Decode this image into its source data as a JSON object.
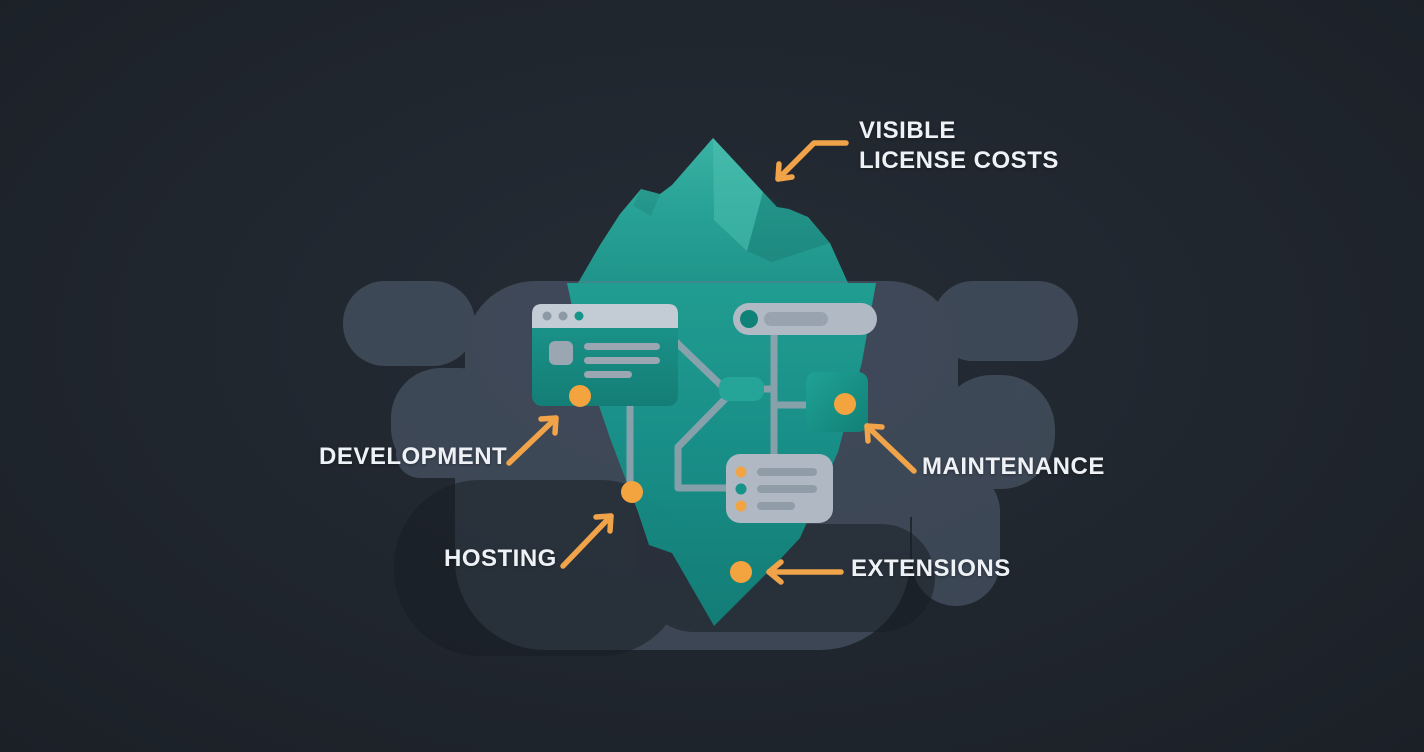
{
  "scene": {
    "description": "Iceberg infographic: visible license costs above the waterline; development, hosting, maintenance and extensions hidden below the water."
  },
  "labels": {
    "visible_line1": "VISIBLE",
    "visible_line2": "LICENSE COSTS",
    "development": "DEVELOPMENT",
    "hosting": "HOSTING",
    "maintenance": "MAINTENANCE",
    "extensions": "EXTENSIONS"
  },
  "callouts": [
    {
      "label": "VISIBLE LICENSE COSTS",
      "points_to": "iceberg-peak-above-water"
    },
    {
      "label": "DEVELOPMENT",
      "points_to": "browser-card-marker-dot"
    },
    {
      "label": "HOSTING",
      "points_to": "iceberg-left-edge-marker-dot"
    },
    {
      "label": "MAINTENANCE",
      "points_to": "module-card-marker-dot"
    },
    {
      "label": "EXTENSIONS",
      "points_to": "iceberg-tip-marker-dot"
    }
  ],
  "icons": {
    "browser_card": "browser-window-card",
    "pill_card": "search-pill-card",
    "module_card": "module-tile-card",
    "checklist_card": "checklist-card",
    "hub": "hub-node",
    "markers": "orange-marker-dot",
    "arrows": "orange-callout-arrow"
  },
  "colors": {
    "background": "#20262E",
    "water": "#66778F",
    "underwater_shadow": "#171C23",
    "iceberg_light": "#3CB4A5",
    "iceberg_deep": "#128078",
    "accent_orange": "#F2A444",
    "card_gray": "#AFB8C3",
    "detail_gray": "#99A3AF",
    "text": "#EEF2F6"
  }
}
